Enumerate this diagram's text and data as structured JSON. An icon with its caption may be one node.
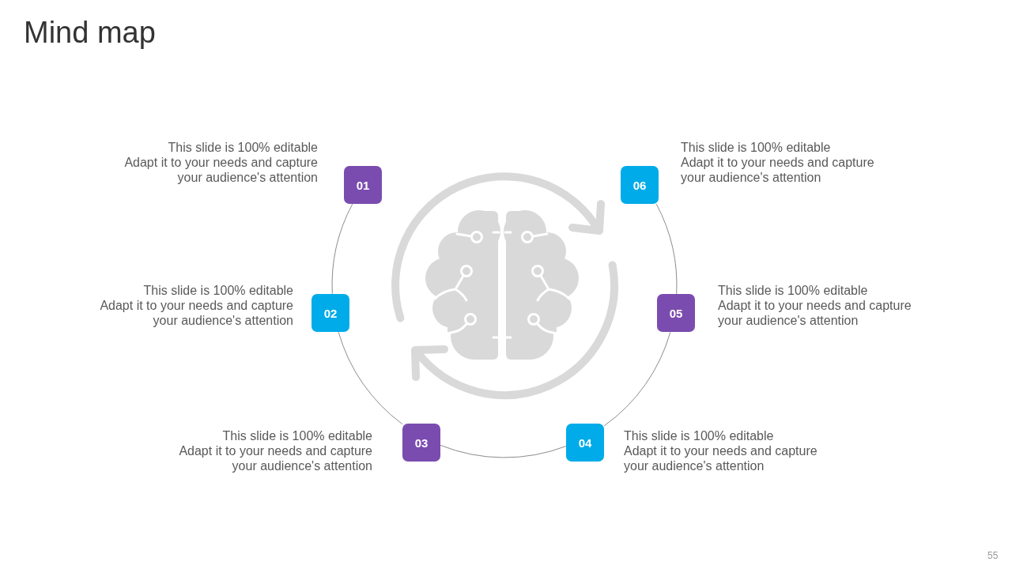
{
  "diagram": {
    "title": "Mind map",
    "nodes": [
      {
        "text": [
          "01"
        ],
        "beside": [
          "This slide is 100% editable",
          "Adapt it to your needs and capture your audience's attention"
        ]
      },
      {
        "text": [
          "02"
        ],
        "beside": [
          "This slide is 100% editable",
          "Adapt it to your needs and capture your audience's attention"
        ]
      },
      {
        "text": [
          "03"
        ],
        "beside": [
          "This slide is 100% editable",
          "Adapt it to your needs and capture your audience's attention"
        ]
      },
      {
        "text": [
          "04"
        ],
        "beside": [
          "This slide is 100% editable",
          "Adapt it to your needs and capture your audience's attention"
        ]
      },
      {
        "text": [
          "05"
        ],
        "beside": [
          "This slide is 100% editable",
          "Adapt it to your needs and capture your audience's attention"
        ]
      },
      {
        "text": [
          "06"
        ],
        "beside": [
          "This slide is 100% editable",
          "Adapt it to your needs and capture your audience's attention"
        ]
      }
    ],
    "edges": [
      {
        "from": 0,
        "to": 1,
        "arrow": "none"
      },
      {
        "from": 1,
        "to": 2,
        "arrow": "none"
      },
      {
        "from": 2,
        "to": 3,
        "arrow": "none"
      },
      {
        "from": 3,
        "to": 4,
        "arrow": "none"
      },
      {
        "from": 4,
        "to": 5,
        "arrow": "none"
      }
    ],
    "labels": [
      "55"
    ]
  }
}
